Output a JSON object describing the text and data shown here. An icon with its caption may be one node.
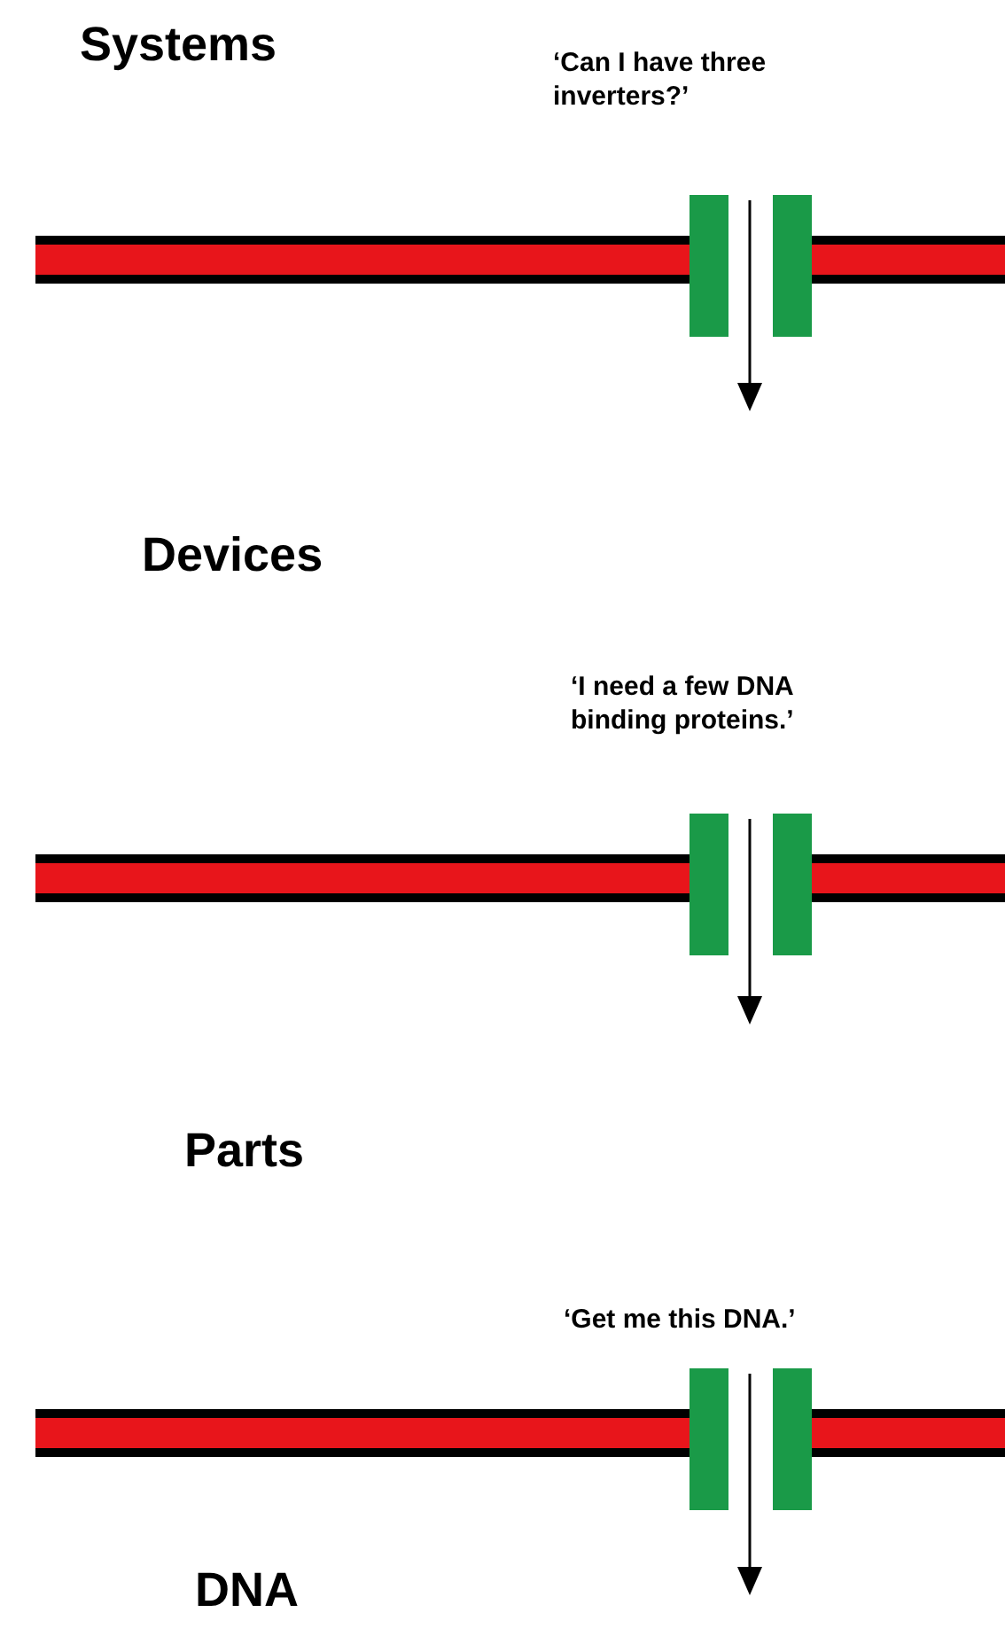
{
  "diagram": {
    "labels": [
      "Systems",
      "‘Can I have three inverters?’",
      "Devices",
      "‘I need a few DNA binding proteins.’",
      "Parts",
      "‘Get me this DNA.’",
      "DNA"
    ]
  }
}
